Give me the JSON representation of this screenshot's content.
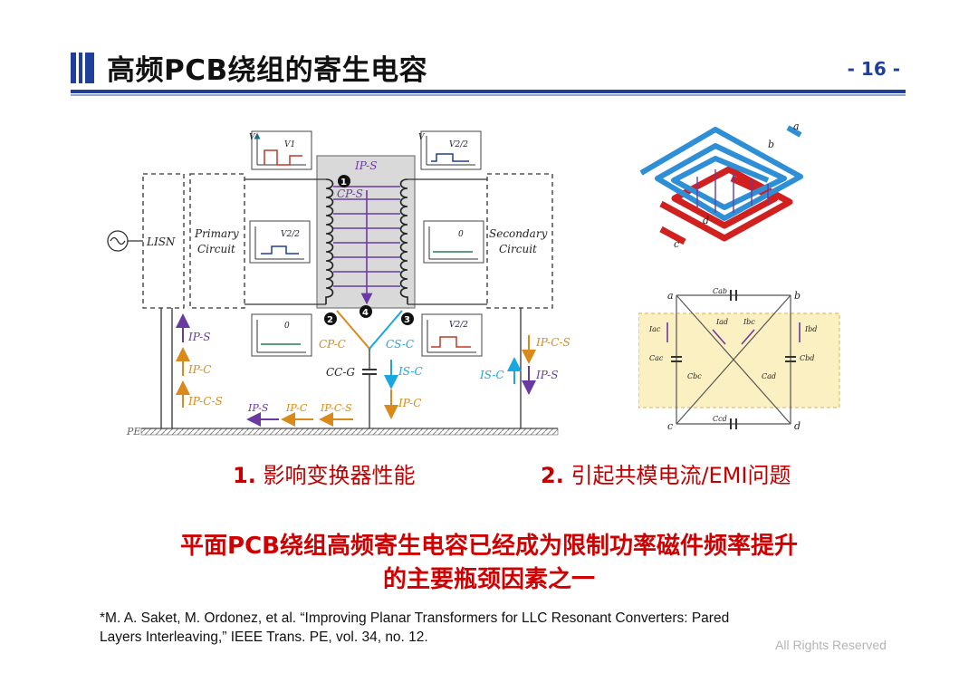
{
  "header": {
    "title": "高频PCB绕组的寄生电容",
    "page_number": "- 16 -"
  },
  "figure_left": {
    "labels": {
      "lisn": "LISN",
      "primary_1": "Primary",
      "primary_2": "Circuit",
      "secondary_1": "Secondary",
      "secondary_2": "Circuit",
      "pe": "PE",
      "v1": "V1",
      "v22a": "V2/2",
      "v22b": "V2/2",
      "v22c": "V2/2",
      "zero_a": "0",
      "zero_b": "0",
      "v_axis": "V",
      "ips_top": "IP-S",
      "cps": "CP-S",
      "cpc": "CP-C",
      "csc": "CS-C",
      "ccg": "CC-G",
      "ips_left": "IP-S",
      "ipc_left": "IP-C",
      "ipcs_left": "IP-C-S",
      "isc_mid": "IS-C",
      "ipc_mid": "IP-C",
      "isc_right": "IS-C",
      "ips_right": "IP-S",
      "ipcs_right": "IP-C-S",
      "ips_bottom": "IP-S",
      "ipc_bottom": "IP-C",
      "ipcs_bottom": "IP-C-S",
      "n1": "1",
      "n2": "2",
      "n3": "3",
      "n4": "4"
    }
  },
  "figure_right_top": {
    "a": "a",
    "b": "b",
    "c": "c",
    "d": "d"
  },
  "figure_right_bottom": {
    "a": "a",
    "b": "b",
    "c": "c",
    "d": "d",
    "cab": "Cab",
    "ccd": "Ccd",
    "cac": "Cac",
    "cbd": "Cbd",
    "cbc": "Cbc",
    "cad": "Cad",
    "iac": "Iac",
    "iad": "Iad",
    "ibc": "Ibc",
    "ibd": "Ibd"
  },
  "captions": {
    "c1_num": "1.",
    "c1_text": " 影响变换器性能",
    "c2_num": "2.",
    "c2_text": " 引起共模电流/EMI问题"
  },
  "conclusion": {
    "line1": "平面PCB绕组高频寄生电容已经成为限制功率磁件频率提升",
    "line2": "的主要瓶颈因素之一"
  },
  "reference": {
    "line1": "*M. A. Saket, M. Ordonez, et al. “Improving Planar Transformers for LLC Resonant Converters: Pared",
    "line2": "Layers Interleaving,” IEEE Trans. PE, vol. 34, no. 12."
  },
  "footer": {
    "rights": "All Rights Reserved"
  },
  "colors": {
    "brand_blue": "#1f3f9a",
    "red_text": "#c00000",
    "purple": "#6a3aa0",
    "orange": "#d98a1a",
    "cyan": "#1aa6e0",
    "winding_blue": "#2f8fd6",
    "winding_red": "#d02020"
  }
}
